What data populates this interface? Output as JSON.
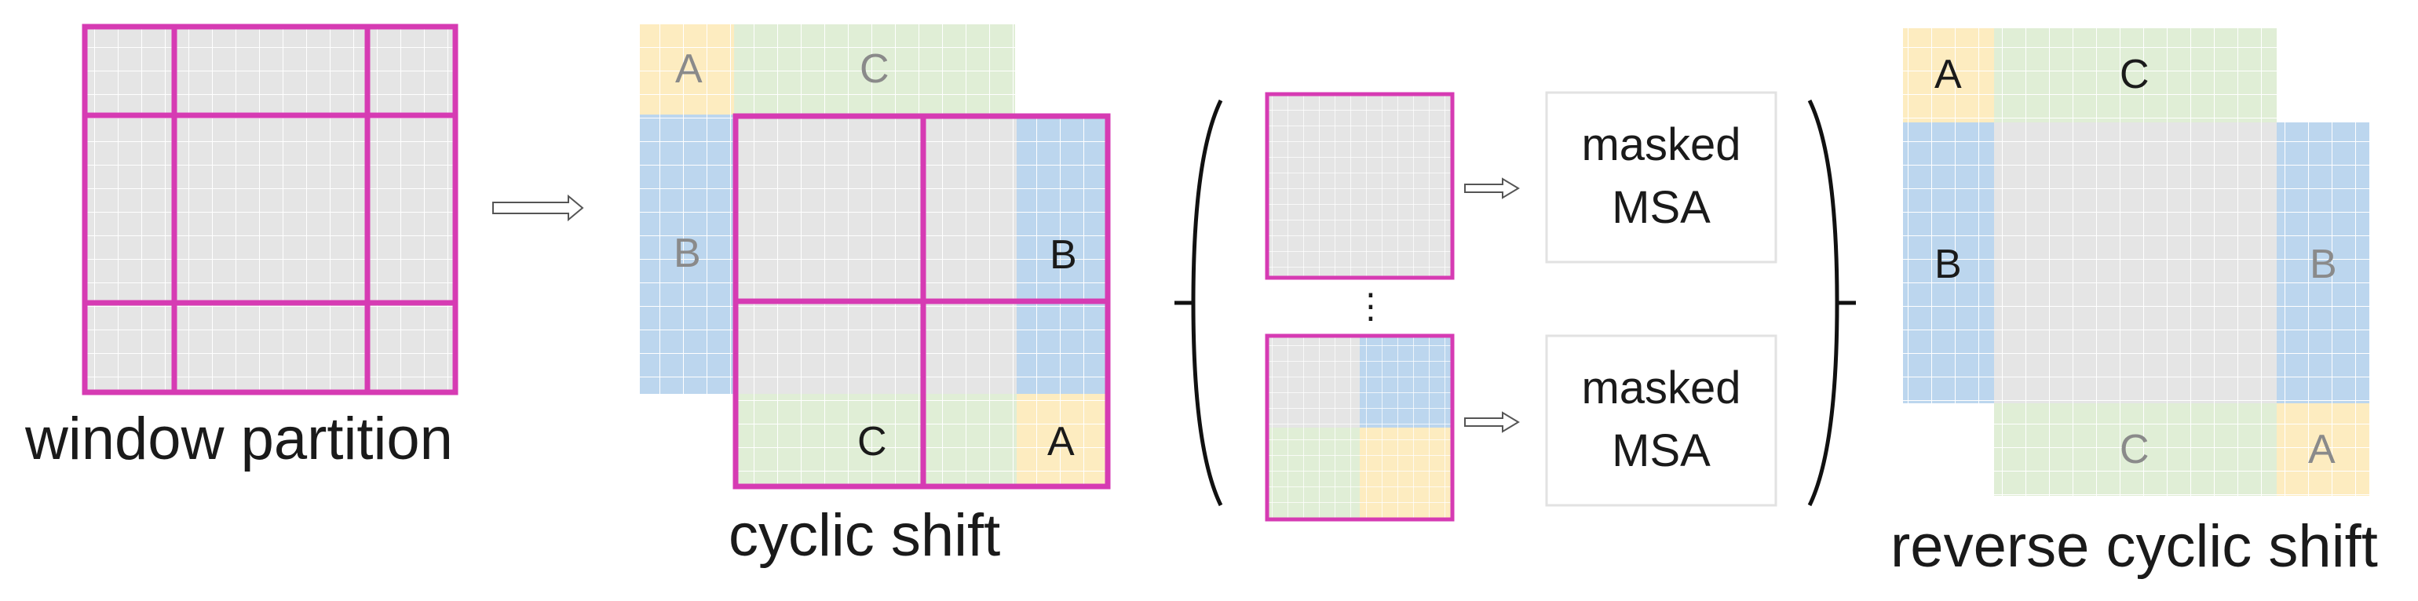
{
  "captions": {
    "window_partition": "window partition",
    "cyclic_shift": "cyclic shift",
    "reverse_cyclic_shift": "reverse cyclic shift"
  },
  "regions": {
    "a": "A",
    "b": "B",
    "c": "C"
  },
  "msa": {
    "line1": "masked",
    "line2": "MSA"
  },
  "ellipsis": "⋮",
  "colors": {
    "window_border": "#d63bb3",
    "cell_gray": "#e5e5e5",
    "region_a": "#fdecc0",
    "region_b": "#bcd6ee",
    "region_c": "#e0eed6",
    "grid_line": "#ffffff"
  }
}
